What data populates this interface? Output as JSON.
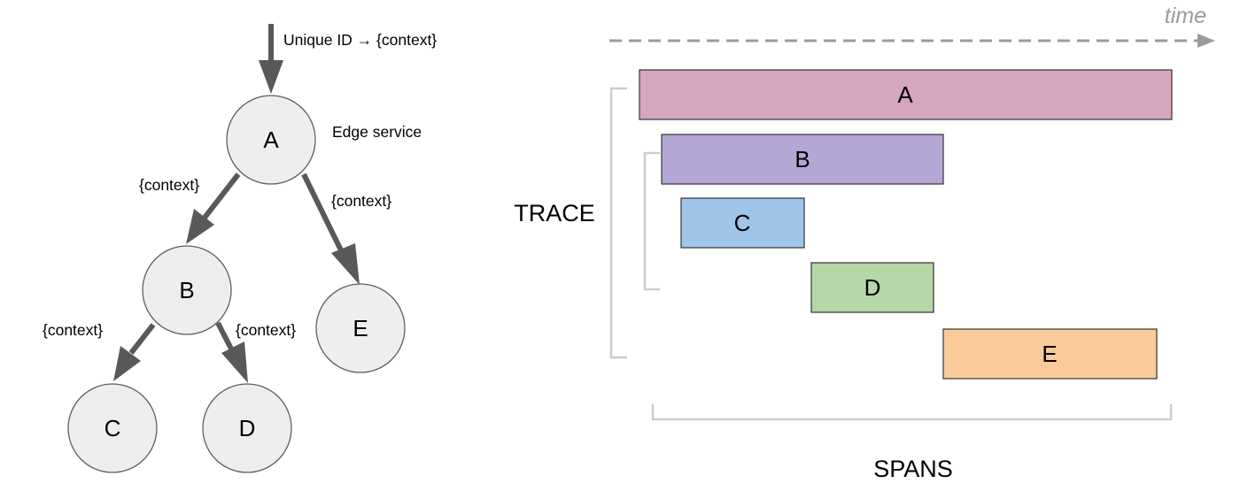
{
  "tree": {
    "entry_label": "Unique ID → {context}",
    "edge_service_label": "Edge service",
    "nodes": {
      "A": "A",
      "B": "B",
      "C": "C",
      "D": "D",
      "E": "E"
    },
    "edge_labels": {
      "a_b": "{context}",
      "a_e": "{context}",
      "b_c": "{context}",
      "b_d": "{context}"
    }
  },
  "timeline": {
    "time_label": "time",
    "trace_label": "TRACE",
    "spans_label": "SPANS",
    "spans": [
      {
        "name": "A",
        "color": "#d5a6bd"
      },
      {
        "name": "B",
        "color": "#b4a7d6"
      },
      {
        "name": "C",
        "color": "#9fc5e8"
      },
      {
        "name": "D",
        "color": "#b6d7a8"
      },
      {
        "name": "E",
        "color": "#f9cb9c"
      }
    ]
  }
}
